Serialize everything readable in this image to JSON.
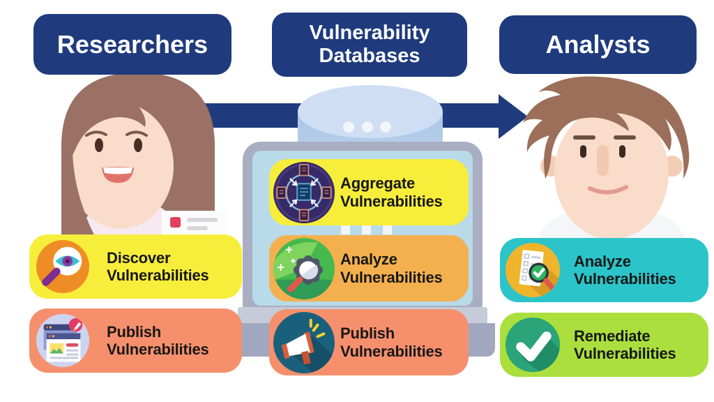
{
  "headers": {
    "researchers": "Researchers",
    "databases_line1": "Vulnerability",
    "databases_line2": "Databases",
    "analysts": "Analysts"
  },
  "pills": {
    "discover": {
      "line1": "Discover",
      "line2": "Vulnerabilities",
      "icon": "magnifier-eye-icon",
      "bg": "#f7ee3b",
      "icon_bg": "#ee8d26"
    },
    "publish_left": {
      "line1": "Publish",
      "line2": "Vulnerabilities",
      "icon": "browser-publish-icon",
      "bg": "#f6906c",
      "icon_bg": "#cdd4f0"
    },
    "aggregate": {
      "line1": "Aggregate",
      "line2": "Vulnerabilities",
      "icon": "aggregate-documents-icon",
      "bg": "#f7ee3b",
      "icon_bg": "#362a67"
    },
    "analyze_mid": {
      "line1": "Analyze",
      "line2": "Vulnerabilities",
      "icon": "gear-magnifier-icon",
      "bg": "#f4b04e",
      "icon_bg": "#46b94e"
    },
    "publish_mid": {
      "line1": "Publish",
      "line2": "Vulnerabilities",
      "icon": "megaphone-icon",
      "bg": "#f6906c",
      "icon_bg": "#1a607c"
    },
    "analyze_right": {
      "line1": "Analyze",
      "line2": "Vulnerabilities",
      "icon": "document-check-magnifier-icon",
      "bg": "#2bc4c9",
      "icon_bg": "#f0b52c"
    },
    "remediate": {
      "line1": "Remediate",
      "line2": "Vulnerabilities",
      "icon": "checkmark-icon",
      "bg": "#abdf3e",
      "icon_bg": "#2aa478"
    }
  },
  "colors": {
    "header_navy": "#1f3b7d",
    "arrow_navy": "#1f3b7d",
    "monitor_gray": "#a9aec3",
    "screen_blue": "#b9dae8",
    "cylinder_blue": "#b5cde9",
    "background": "#ffffff"
  }
}
